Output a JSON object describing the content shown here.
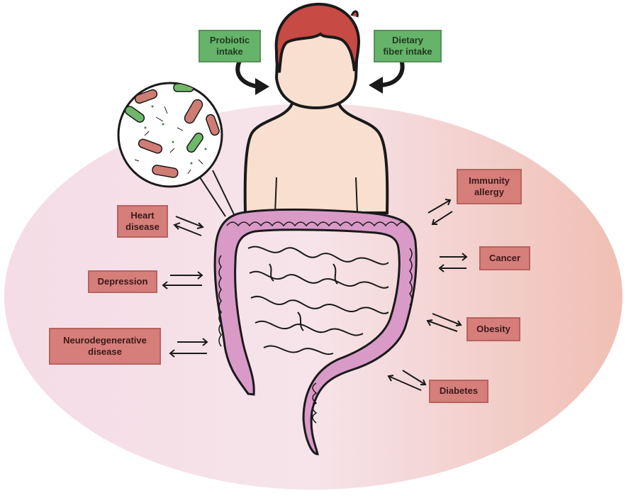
{
  "inputs": {
    "probiotic": "Probiotic\nintake",
    "fiber": "Dietary\nfiber intake"
  },
  "conditions": {
    "heart": "Heart\ndisease",
    "depression": "Depression",
    "neuro": "Neurodegenerative\ndisease",
    "immunity": "Immunity\nallergy",
    "cancer": "Cancer",
    "obesity": "Obesity",
    "diabetes": "Diabetes"
  },
  "colors": {
    "input_box": "#66b36a",
    "condition_box": "#d67e7a",
    "gut": "#d99ac8",
    "hair": "#c74a45",
    "skin": "#f8dfcf",
    "ellipse_left": "#f3d5df",
    "ellipse_right": "#f2c4bb",
    "bacteria_red": "#cf7d74",
    "bacteria_green": "#6fb86a"
  }
}
